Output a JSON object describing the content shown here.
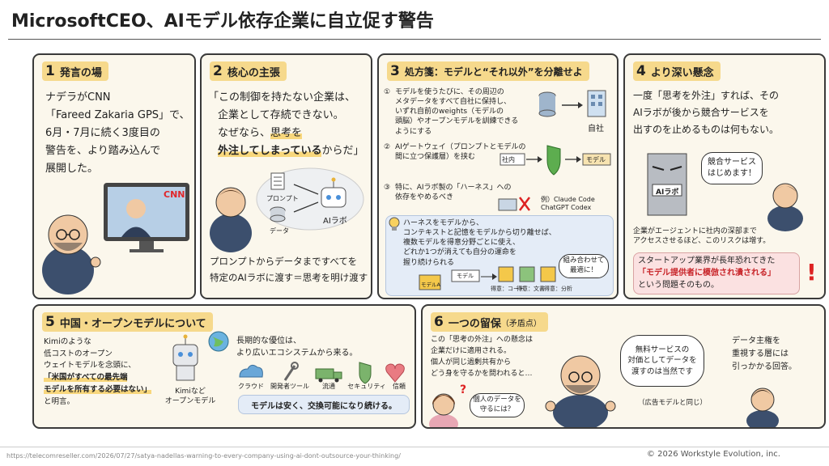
{
  "title": "MicrosoftCEO、AIモデル依存企業に自立促す警告",
  "p1": {
    "num": "1",
    "heading": "発言の場",
    "lines": [
      "ナデラがCNN",
      "「Fareed Zakaria GPS」で、",
      "6月・7月に続く3度目の",
      "警告を、より踏み込んで",
      "展開した。"
    ],
    "tv_label": "CNN"
  },
  "p2": {
    "num": "2",
    "heading": "核心の主張",
    "quote1": "「この制御を持たない企業は、",
    "quote2": "企業として存続できない。",
    "quote3": "なぜなら、",
    "quote3_hl": "思考を",
    "quote4_hl": "外注してしまっている",
    "quote4_tail": "からだ」",
    "prompt_label": "プロンプト",
    "data_label": "データ",
    "ai_label": "AIラボ",
    "bottom1": "プロンプトからデータまですべてを",
    "bottom2": "特定のAIラボに渡す＝思考を明け渡す"
  },
  "p3": {
    "num": "3",
    "heading": "処方箋：モデルと“それ以外”を分離せよ",
    "item1_mark": "①",
    "item1": [
      "モデルを使うたびに、その周辺の",
      "メタデータをすべて自社に保持し、",
      "いずれ自前のweights（モデルの",
      "頭脳）やオープンモデルを訓練できる",
      "ようにする"
    ],
    "own_company": "自社",
    "item2_mark": "②",
    "item2": [
      "AIゲートウェイ（プロンプトとモデルの",
      "間に立つ保護層）を挟む"
    ],
    "gw_in": "社内",
    "gw_out": "モデル",
    "item3_mark": "③",
    "item3": [
      "特に、AIラボ製の「ハーネス」への",
      "依存をやめるべき"
    ],
    "example": [
      "例）Claude Code",
      "ChatGPT Codex"
    ],
    "box": [
      "ハーネスをモデルから、",
      "コンテキストと記憶をモデルから切り離せば、",
      "複数モデルを得意分野ごとに使え、",
      "どれか1つが消えても自分の運命を",
      "握り続けられる"
    ],
    "bubble": [
      "組み合わせて",
      "最適に！"
    ],
    "model_tag": "モデル",
    "model_a": "モデルA",
    "model_labels": [
      "得意：コード",
      "得意：文書",
      "得意：分析"
    ]
  },
  "p4": {
    "num": "4",
    "heading": "より深い懸念",
    "lines": [
      "一度「思考を外注」すれば、その",
      "AIラボが後から競合サービスを",
      "出すのを止めるものは何もない。"
    ],
    "building_label": "AIラボ",
    "bubble": [
      "競合サービス",
      "はじめます！"
    ],
    "note": [
      "企業がエージェントに社内の深部まで",
      "アクセスさせるほど、このリスクは増す。"
    ],
    "warn1": "スタートアップ業界が長年恐れてきた",
    "warn2": "「モデル提供者に模倣され潰される」",
    "warn3": "という問題そのもの。",
    "warn_mark": "!"
  },
  "p5": {
    "num": "5",
    "heading": "中国・オープンモデルについて",
    "lines": [
      "Kimiのような",
      "低コストのオープン",
      "ウェイトモデルを念頭に、"
    ],
    "hl1": "「米国がすべての最先端",
    "hl2": "モデルを所有する必要はない」",
    "tail": "と明言。",
    "robot_label": [
      "Kimiなど",
      "オープンモデル"
    ],
    "adv": [
      "長期的な優位は、",
      "より広いエコシステムから来る。"
    ],
    "icons": [
      "クラウド",
      "開発者ツール",
      "流通",
      "セキュリティ",
      "信頼"
    ],
    "bottom": "モデルは安く、交換可能になり続ける。"
  },
  "p6": {
    "num": "6",
    "heading": "一つの留保",
    "heading_sub": "（矛盾点）",
    "lines": [
      "この「思考の外注」への懸念は",
      "企業だけに適用される。",
      "個人が同じ過剰共有から",
      "どう身を守るかを問われると…"
    ],
    "q_bubble": [
      "個人のデータを",
      "守るには？"
    ],
    "q_mark": "?",
    "ceo_bubble": [
      "無料サービスの",
      "対価としてデータを",
      "渡すのは当然です"
    ],
    "ad_note": "（広告モデルと同じ）",
    "right": [
      "データ主権を",
      "重視する層には",
      "引っかかる回答。"
    ]
  },
  "footer": {
    "url": "https://telecomreseller.com/2026/07/27/satya-nadellas-warning-to-every-company-using-ai-dont-outsource-your-thinking/",
    "copy": "© 2026 Workstyle Evolution, inc."
  }
}
